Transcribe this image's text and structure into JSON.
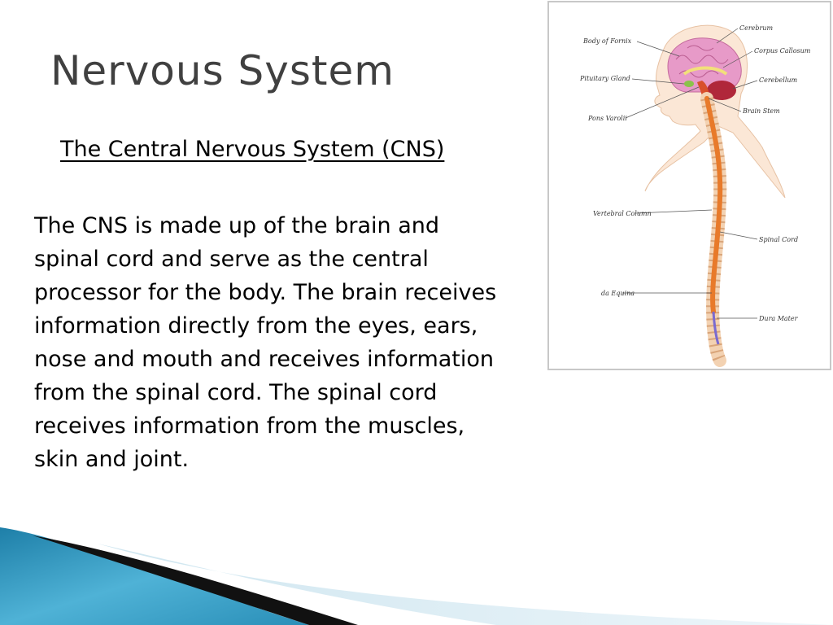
{
  "slide": {
    "title": "Nervous System",
    "subtitle": "The Central Nervous System (CNS)",
    "body_lines": [
      "The CNS is made up of the brain and",
      "spinal cord and serve as the central",
      "processor for the body. The brain receives",
      "information directly from the eyes, ears,",
      "nose and mouth and receives information",
      "from the spinal cord. The spinal cord",
      "receives information from the muscles,",
      "skin and joint."
    ]
  },
  "figure": {
    "labels": {
      "body_of_fornix": "Body of Fornix",
      "cerebrum": "Cerebrum",
      "corpus_callosum": "Corpus Callosum",
      "pituitary_gland": "Pituitary Gland",
      "cerebellum": "Cerebellum",
      "brain_stem": "Brain Stem",
      "pons_varolii": "Pons Varolii",
      "vertebral_column": "Vertebral Column",
      "spinal_cord": "Spinal Cord",
      "cauda_equina": "da Equina",
      "dura_mater": "Dura Mater"
    }
  },
  "colors": {
    "title": "#404040",
    "accent_blue": "#2a8fb8",
    "brain_pink": "#e79ac8",
    "spine_orange": "#e87a2a"
  }
}
